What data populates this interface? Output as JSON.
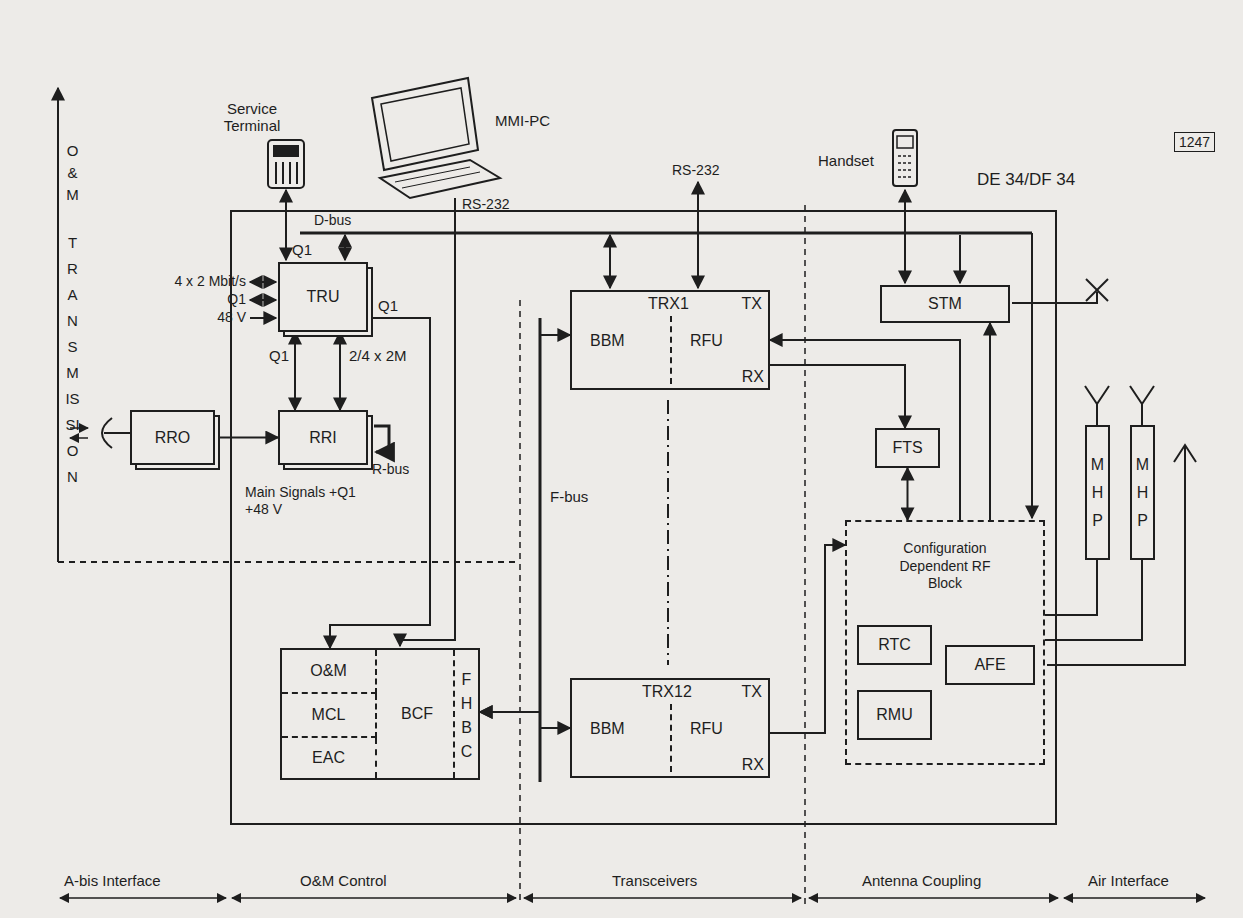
{
  "diagram": {
    "nodes": [
      {
        "text": [
          "DE 34/DF 34"
        ]
      },
      {
        "text": [
          "TRU"
        ],
        "in": 0
      },
      {
        "text": [
          "RRI"
        ],
        "in": 0
      },
      {
        "text": [
          "RRO"
        ]
      },
      {
        "text": [
          "O&M",
          "MCL",
          "EAC",
          "BCF",
          "F H B C"
        ],
        "in": 0
      },
      {
        "text": [
          "TRX1",
          "TX",
          "BBM",
          "RFU",
          "RX"
        ],
        "in": 0
      },
      {
        "text": [
          "TRX12",
          "TX",
          "BBM",
          "RFU",
          "RX"
        ],
        "in": 0
      },
      {
        "text": [
          "STM"
        ],
        "in": 0
      },
      {
        "text": [
          "FTS"
        ],
        "in": 0
      },
      {
        "text": [
          "Configuration Dependent RF Block"
        ],
        "in": 0
      },
      {
        "text": [
          "RTC"
        ],
        "in": 9
      },
      {
        "text": [
          "AFE"
        ],
        "in": 9
      },
      {
        "text": [
          "RMU"
        ],
        "in": 9
      },
      {
        "text": [
          "M H P"
        ]
      },
      {
        "text": [
          "M H P"
        ]
      }
    ],
    "edges": [
      {
        "from": 3,
        "to": 2,
        "arrow": "to"
      },
      {
        "from": 1,
        "to": 2,
        "label": "Q1",
        "arrow": "both"
      },
      {
        "from": 1,
        "to": 2,
        "label": "2/4 x 2M",
        "arrow": "both"
      },
      {
        "from": 1,
        "to": 4,
        "label": "Q1",
        "arrow": "to"
      },
      {
        "from": 4,
        "to": 5,
        "arrow": "both"
      },
      {
        "from": 4,
        "to": 6,
        "arrow": "both"
      },
      {
        "from": 5,
        "to": 8,
        "arrow": "to"
      },
      {
        "from": 9,
        "to": 5,
        "arrow": "to"
      },
      {
        "from": 6,
        "to": 9,
        "arrow": "to"
      },
      {
        "from": 8,
        "to": 9,
        "arrow": "both"
      },
      {
        "from": 9,
        "to": 7,
        "arrow": "to"
      },
      {
        "from": 9,
        "to": 13,
        "arrow": "none"
      },
      {
        "from": 9,
        "to": 14,
        "arrow": "none"
      }
    ],
    "labels": [
      "O & M",
      "TRANSMISSION",
      "Service Terminal",
      "MMI-PC",
      "RS-232",
      "RS-232",
      "Handset",
      "1247",
      "D-bus",
      "Q1",
      "4 x 2 Mbit/s",
      "Q1",
      "48 V",
      "R-bus",
      "Main Signals +Q1 +48 V",
      "F-bus",
      "A-bis Interface",
      "O&M Control",
      "Transceivers",
      "Antenna Coupling",
      "Air Interface"
    ]
  }
}
